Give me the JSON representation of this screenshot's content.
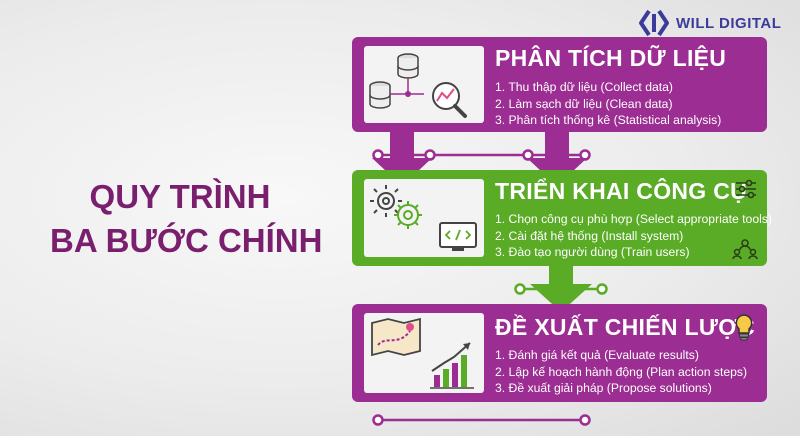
{
  "brand": {
    "name": "WILL DIGITAL"
  },
  "main_title": {
    "line1": "QUY TRÌNH",
    "line2": "BA BƯỚC CHÍNH"
  },
  "steps": [
    {
      "title": "PHÂN TÍCH DỮ LIỆU",
      "items": [
        "1. Thu thập dữ liệu (Collect data)",
        "2. Làm sạch dữ liệu (Clean data)",
        "3. Phân tích thống kê (Statistical analysis)"
      ],
      "color": "#9c2d92",
      "icons": [
        "database-icon",
        "database-icon",
        "magnifier-chart-icon"
      ]
    },
    {
      "title": "TRIỂN KHAI CÔNG CỤ",
      "items": [
        "1. Chọn công cụ phù hợp (Select appropriate tools)",
        "2. Cài đặt hệ thống (Install system)",
        "3. Đào tạo người dùng (Train users)"
      ],
      "color": "#5aab26",
      "icons": [
        "gears-icon",
        "code-monitor-icon",
        "sliders-icon",
        "team-icon"
      ]
    },
    {
      "title": "ĐỀ XUẤT CHIẾN LƯỢC",
      "items": [
        "1. Đánh giá kết quả (Evaluate results)",
        "2. Lập kế hoạch hành động (Plan action steps)",
        "3. Đề xuất giải pháp (Propose solutions)"
      ],
      "color": "#9c2d92",
      "icons": [
        "roadmap-icon",
        "growth-chart-icon",
        "lightbulb-icon"
      ]
    }
  ],
  "colors": {
    "purple": "#9c2d92",
    "green": "#5aab26",
    "title": "#7a1f6e",
    "brand": "#3a3b9b"
  }
}
